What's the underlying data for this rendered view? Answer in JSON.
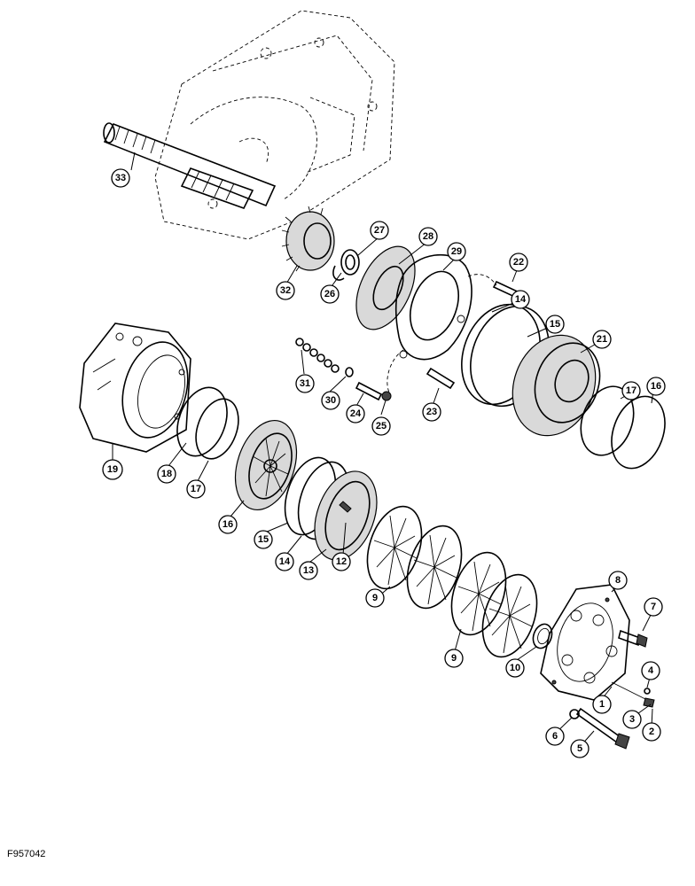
{
  "figure_code": "F957042",
  "callouts": [
    {
      "id": "c33",
      "label": "33"
    },
    {
      "id": "c32",
      "label": "32"
    },
    {
      "id": "c26",
      "label": "26"
    },
    {
      "id": "c27",
      "label": "27"
    },
    {
      "id": "c28",
      "label": "28"
    },
    {
      "id": "c29",
      "label": "29"
    },
    {
      "id": "c22",
      "label": "22"
    },
    {
      "id": "c14a",
      "label": "14"
    },
    {
      "id": "c15a",
      "label": "15"
    },
    {
      "id": "c21",
      "label": "21"
    },
    {
      "id": "c17a",
      "label": "17"
    },
    {
      "id": "c16a",
      "label": "16"
    },
    {
      "id": "c31",
      "label": "31"
    },
    {
      "id": "c30",
      "label": "30"
    },
    {
      "id": "c24",
      "label": "24"
    },
    {
      "id": "c25",
      "label": "25"
    },
    {
      "id": "c23",
      "label": "23"
    },
    {
      "id": "c19",
      "label": "19"
    },
    {
      "id": "c18",
      "label": "18"
    },
    {
      "id": "c17b",
      "label": "17"
    },
    {
      "id": "c16b",
      "label": "16"
    },
    {
      "id": "c15b",
      "label": "15"
    },
    {
      "id": "c14b",
      "label": "14"
    },
    {
      "id": "c13",
      "label": "13"
    },
    {
      "id": "c12",
      "label": "12"
    },
    {
      "id": "c9a",
      "label": "9"
    },
    {
      "id": "c9b",
      "label": "9"
    },
    {
      "id": "c10",
      "label": "10"
    },
    {
      "id": "c8",
      "label": "8"
    },
    {
      "id": "c7",
      "label": "7"
    },
    {
      "id": "c4",
      "label": "4"
    },
    {
      "id": "c1",
      "label": "1"
    },
    {
      "id": "c3",
      "label": "3"
    },
    {
      "id": "c2",
      "label": "2"
    },
    {
      "id": "c6",
      "label": "6"
    },
    {
      "id": "c5",
      "label": "5"
    }
  ]
}
